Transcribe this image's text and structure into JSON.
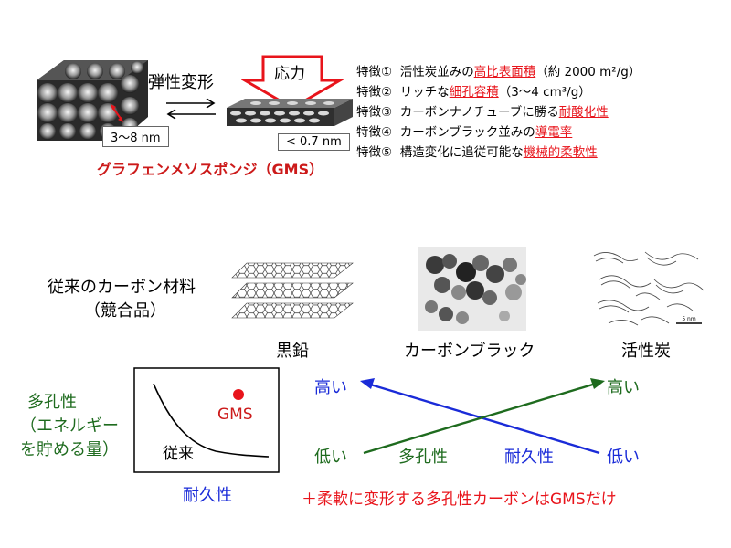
{
  "top": {
    "transform_label": "弾性変形",
    "stress_label": "応力",
    "pore_size_label": "3～8 nm",
    "thickness_label": "< 0.7 nm",
    "gms_name": "グラフェンメソスポンジ（GMS）"
  },
  "features": [
    {
      "prefix": "特徴①",
      "before": "活性炭並みの",
      "highlight": "高比表面積",
      "after": "（約 2000 m²/g）"
    },
    {
      "prefix": "特徴②",
      "before": "リッチな",
      "highlight": "細孔容積",
      "after": "（3～4 cm³/g）"
    },
    {
      "prefix": "特徴③",
      "before": "カーボンナノチューブに勝る",
      "highlight": "耐酸化性",
      "after": ""
    },
    {
      "prefix": "特徴④",
      "before": "カーボンブラック並みの",
      "highlight": "導電率",
      "after": ""
    },
    {
      "prefix": "特徴⑤",
      "before": "構造変化に追従可能な",
      "highlight": "機械的柔軟性",
      "after": ""
    }
  ],
  "middle": {
    "conventional_title": "従来のカーボン材料",
    "conventional_sub": "（競合品）",
    "graphite": "黒鉛",
    "carbon_black": "カーボンブラック",
    "activated_carbon": "活性炭",
    "scale_bar": "5 nm"
  },
  "bottom": {
    "porosity_line1": "多孔性",
    "porosity_line2": "（エネルギー",
    "porosity_line3": "を貯める量）",
    "gms_point": "GMS",
    "conventional_curve": "従来",
    "durability_axis": "耐久性",
    "high_left": "高い",
    "high_right": "高い",
    "low_left": "低い",
    "low_right": "低い",
    "porosity_mid": "多孔性",
    "durability_mid": "耐久性",
    "conclusion": "＋柔軟に変形する多孔性カーボンはGMSだけ"
  },
  "colors": {
    "red": "#e8141b",
    "blue": "#1a2bd8",
    "green": "#1e6b1e"
  }
}
